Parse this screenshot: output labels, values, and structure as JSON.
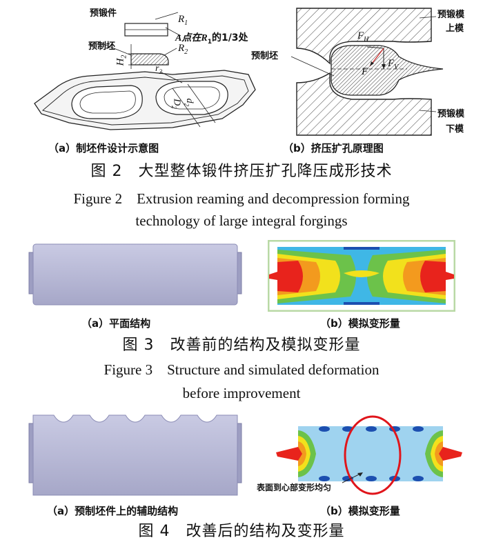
{
  "fig2": {
    "labels": {
      "preforging": "预锻件",
      "r1": "R",
      "r1_sub": "1",
      "point_a": "A点在R",
      "point_a_sub": "1",
      "point_a_tail": "的1/3处",
      "preform": "预制坯",
      "r2": "R",
      "r2_sub": "2",
      "h2": "H",
      "h2_sub": "2",
      "small_r2": "r",
      "small_r2_sub": "2",
      "d2": "d",
      "d2_sub": "2",
      "big_d2": "D",
      "big_d2_sub": "2",
      "die_upper_1": "预锻模",
      "die_upper_2": "上模",
      "die_lower_1": "预锻模",
      "die_lower_2": "下模",
      "preform_b": "预制坯",
      "fh": "F",
      "fh_sub": "H",
      "fv": "F",
      "fv_sub": "V",
      "f": "F"
    },
    "sub_a": "（a）制坯件设计示意图",
    "sub_b": "（b）挤压扩孔原理图",
    "caption_cn": "图 2　大型整体锻件挤压扩孔降压成形技术",
    "caption_en_1": "Figure 2　Extrusion reaming and decompression forming",
    "caption_en_2": "technology of large integral forgings"
  },
  "fig3": {
    "sub_a": "（a）平面结构",
    "sub_b": "（b）模拟变形量",
    "caption_cn": "图 3　改善前的结构及模拟变形量",
    "caption_en_1": "Figure 3　Structure and simulated deformation",
    "caption_en_2": "before improvement"
  },
  "fig4": {
    "annotation": "表面到心部变形均匀",
    "sub_a": "（a）预制坯件上的辅助结构",
    "sub_b": "（b）模拟变形量",
    "caption_cn": "图 4　改善后的结构及变形量"
  },
  "colors": {
    "blank_fill": "#b8b9d6",
    "sim_red": "#e8231c",
    "sim_orange": "#f39a1e",
    "sim_yellow": "#f2e11c",
    "sim_green": "#6cc24a",
    "sim_cyan": "#3fb7e6",
    "sim_blue": "#1c4fb0",
    "sim_lightblue": "#9fd3ef",
    "ellipse": "#e0151b"
  }
}
